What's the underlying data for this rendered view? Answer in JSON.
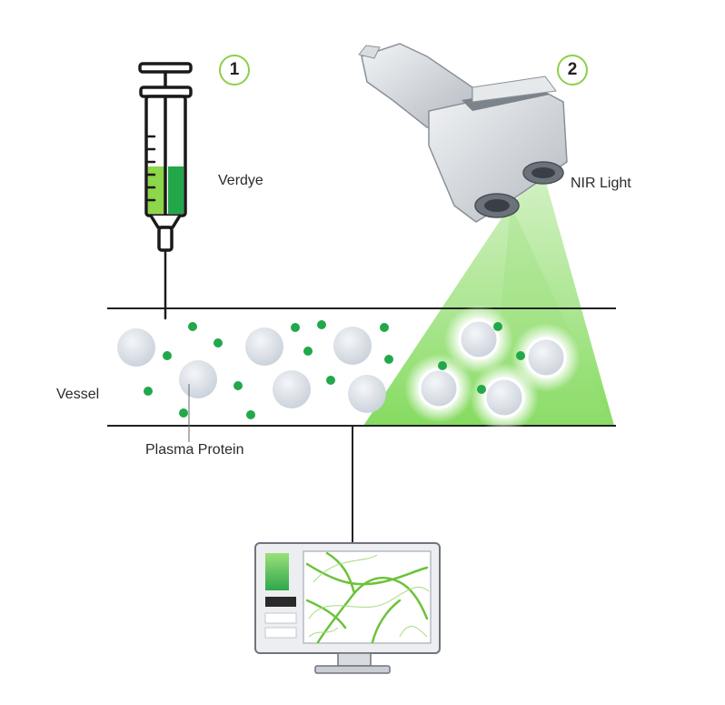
{
  "labels": {
    "dye": "Verdye",
    "light": "NIR Light",
    "vessel": "Vessel",
    "protein": "Plasma Protein"
  },
  "steps": [
    "1",
    "2"
  ],
  "icons": {
    "syringe": "syringe-icon",
    "camera": "nir-camera-icon",
    "monitor": "monitor-icon"
  },
  "colors": {
    "dye_green": "#22a84a",
    "light_green": "#7ed957",
    "step_ring": "#8cd04a",
    "protein_fill": "#d8dde4"
  }
}
